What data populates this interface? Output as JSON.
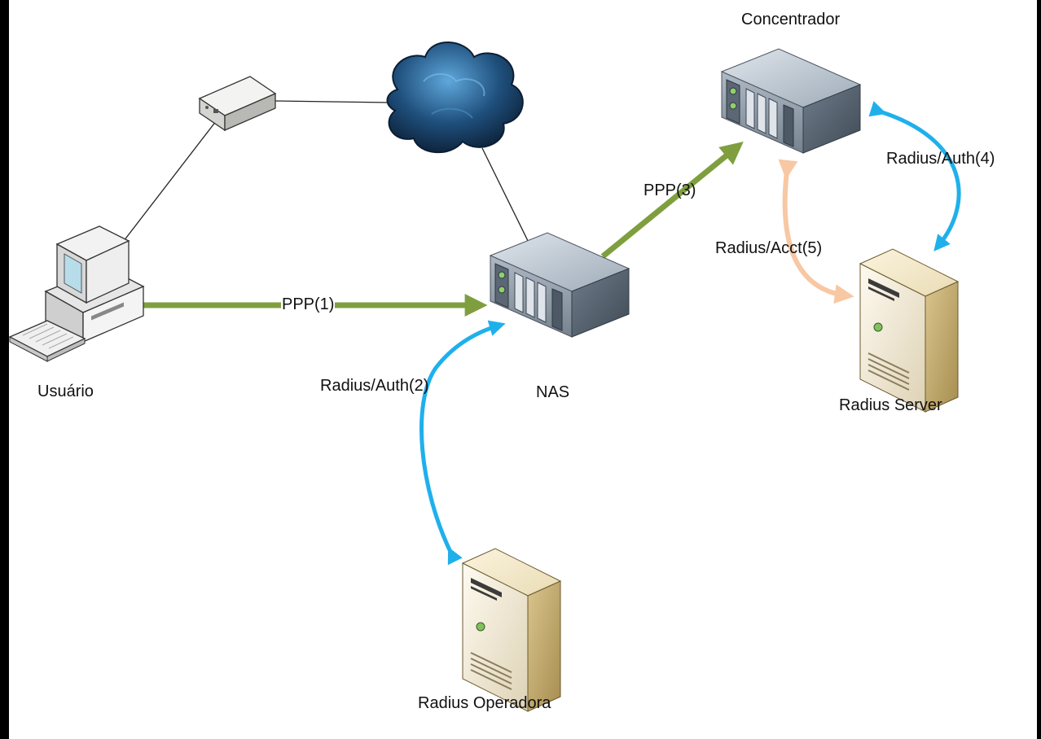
{
  "nodes": {
    "user": "Usuário",
    "nas": "NAS",
    "concentrator": "Concentrador",
    "radius_server": "Radius Server",
    "radius_operator": "Radius Operadora"
  },
  "links": {
    "ppp1": "PPP(1)",
    "auth2": "Radius/Auth(2)",
    "ppp3": "PPP(3)",
    "auth4": "Radius/Auth(4)",
    "acct5": "Radius/Acct(5)"
  },
  "colors": {
    "ppp": "#7f9f3f",
    "auth": "#1fb0ec",
    "acct": "#f7c8a3",
    "background": "#ffffff",
    "border": "#000000"
  },
  "icons": {
    "user": "desktop-computer-icon",
    "modem": "modem-icon",
    "cloud": "cloud-icon",
    "nas": "rack-server-icon",
    "concentrator": "rack-server-icon",
    "radius_server": "tower-server-icon",
    "radius_operator": "tower-server-icon"
  }
}
